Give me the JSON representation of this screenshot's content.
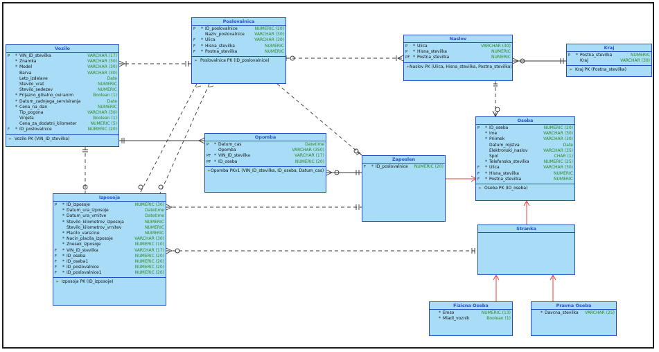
{
  "colors": {
    "entity_fill": "#a8dcf7",
    "entity_border": "#1f4ec9",
    "title_text": "#2450d6",
    "type_text": "#2a8a1e",
    "inheritance_line": "#f03a3a"
  },
  "entities": [
    {
      "id": "poslovalnica",
      "title": "Poslovalnica",
      "attrs": [
        {
          "k": "P",
          "s": "*",
          "n": "ID_poslovalnice",
          "t": "NUMERIC (20)"
        },
        {
          "k": "",
          "s": "",
          "n": "Naziv_poslovalnice",
          "t": "VARCHAR (30)"
        },
        {
          "k": "F",
          "s": "*",
          "n": "Ulica",
          "t": "VARCHAR (30)"
        },
        {
          "k": "F",
          "s": "*",
          "n": "Hisna_stevilka",
          "t": "NUMERIC"
        },
        {
          "k": "F",
          "s": "*",
          "n": "Postna_stevilka",
          "t": "NUMERIC"
        }
      ],
      "pk": "Poslovalnica PK (ID_poslovalnice)"
    },
    {
      "id": "vozilo",
      "title": "Vozilo",
      "attrs": [
        {
          "k": "P",
          "s": "*",
          "n": "VIN_ID_stevilka",
          "t": "VARCHAR (17)"
        },
        {
          "k": "",
          "s": "*",
          "n": "Znamka",
          "t": "VARCHAR (30)"
        },
        {
          "k": "",
          "s": "*",
          "n": "Model",
          "t": "VARCHAR (30)"
        },
        {
          "k": "",
          "s": "",
          "n": "Barva",
          "t": "VARCHAR (30)"
        },
        {
          "k": "",
          "s": "",
          "n": "Leto_izdelave",
          "t": "Date"
        },
        {
          "k": "",
          "s": "",
          "n": "Stevilo_vrat",
          "t": "NUMERIC"
        },
        {
          "k": "",
          "s": "",
          "n": "Stevilo_sedezev",
          "t": "NUMERIC"
        },
        {
          "k": "",
          "s": "*",
          "n": "Prijazno_gibalno_oviranim",
          "t": "Boolean (1)"
        },
        {
          "k": "",
          "s": "*",
          "n": "Datum_zadnjega_servisiranja",
          "t": "Date"
        },
        {
          "k": "",
          "s": "*",
          "n": "Cena_na_dan",
          "t": "NUMERIC"
        },
        {
          "k": "",
          "s": "",
          "n": "Tip_pogona",
          "t": "VARCHAR (30)"
        },
        {
          "k": "",
          "s": "",
          "n": "Vinjeta",
          "t": "Boolean (1)"
        },
        {
          "k": "",
          "s": "",
          "n": "Cena_za_dodatni_kilometer",
          "t": "NUMERIC (5)"
        },
        {
          "k": "F",
          "s": "*",
          "n": "ID_poslovalnice",
          "t": "NUMERIC (20)"
        }
      ],
      "pk": "Vozilo PK (VIN_ID_stevilka)"
    },
    {
      "id": "naslov",
      "title": "Naslov",
      "attrs": [
        {
          "k": "P",
          "s": "*",
          "n": "Ulica",
          "t": "VARCHAR (30)"
        },
        {
          "k": "P",
          "s": "*",
          "n": "Hisna_stevilka",
          "t": "NUMERIC"
        },
        {
          "k": "PF",
          "s": "*",
          "n": "Postna_stevilka",
          "t": "NUMERIC"
        }
      ],
      "pk": "Naslov PK (Ulica, Hisna_stevilka, Postna_stevilka)"
    },
    {
      "id": "kraj",
      "title": "Kraj",
      "attrs": [
        {
          "k": "P",
          "s": "*",
          "n": "Postna_stevilka",
          "t": "NUMERIC"
        },
        {
          "k": "",
          "s": "",
          "n": "Kraj",
          "t": "VARCHAR (30)"
        }
      ],
      "pk": "Kraj PK (Postna_stevilka)"
    },
    {
      "id": "opomba",
      "title": "Opomba",
      "attrs": [
        {
          "k": "P",
          "s": "*",
          "n": "Datum_cas",
          "t": "Datetime"
        },
        {
          "k": "",
          "s": "",
          "n": "Opomba",
          "t": "VARCHAR (350)"
        },
        {
          "k": "PF",
          "s": "*",
          "n": "VIN_ID_stevilka",
          "t": "VARCHAR (17)"
        },
        {
          "k": "PF",
          "s": "*",
          "n": "ID_oseba",
          "t": "NUMERIC (20)"
        }
      ],
      "pk": "Opomba PKv1 (VIN_ID_stevilka, ID_oseba, Datum_cas)"
    },
    {
      "id": "zaposlen",
      "title": "Zaposlen",
      "attrs": [
        {
          "k": "F",
          "s": "*",
          "n": "ID_poslovalnice",
          "t": "NUMERIC (20)"
        }
      ],
      "pk": ""
    },
    {
      "id": "oseba",
      "title": "Oseba",
      "attrs": [
        {
          "k": "P",
          "s": "*",
          "n": "ID_oseba",
          "t": "NUMERIC (20)"
        },
        {
          "k": "",
          "s": "*",
          "n": "Ime",
          "t": "VARCHAR (30)"
        },
        {
          "k": "",
          "s": "*",
          "n": "Priimek",
          "t": "VARCHAR (30)"
        },
        {
          "k": "",
          "s": "",
          "n": "Datum_rojstva",
          "t": "Date"
        },
        {
          "k": "",
          "s": "",
          "n": "Elektronski_naslov",
          "t": "VARCHAR (35)"
        },
        {
          "k": "",
          "s": "",
          "n": "Spol",
          "t": "CHAR (1)"
        },
        {
          "k": "",
          "s": "*",
          "n": "Telefonska_stevilka",
          "t": "NUMERIC (25)"
        },
        {
          "k": "F",
          "s": "*",
          "n": "Ulica",
          "t": "VARCHAR (30)"
        },
        {
          "k": "F",
          "s": "*",
          "n": "Hisna_stevilka",
          "t": "NUMERIC"
        },
        {
          "k": "F",
          "s": "*",
          "n": "Postna_stevilka",
          "t": "NUMERIC"
        }
      ],
      "pk": "Oseba PK (ID_oseba)"
    },
    {
      "id": "izposoja",
      "title": "Izposoja",
      "attrs": [
        {
          "k": "P",
          "s": "*",
          "n": "ID_izposoje",
          "t": "NUMERIC (30)"
        },
        {
          "k": "",
          "s": "*",
          "n": "Datum_ura_izposoje",
          "t": "Datetime"
        },
        {
          "k": "",
          "s": "*",
          "n": "Datum_ura_vrnitve",
          "t": "Datetime"
        },
        {
          "k": "",
          "s": "*",
          "n": "Stevilo_kilometrov_izposoja",
          "t": "NUMERIC"
        },
        {
          "k": "",
          "s": "",
          "n": "Stevilo_kilometrov_vrnitev",
          "t": "NUMERIC"
        },
        {
          "k": "",
          "s": "*",
          "n": "Placilo_varscine",
          "t": "NUMERIC"
        },
        {
          "k": "",
          "s": "*",
          "n": "Nacin_placila_izposoje",
          "t": "VARCHAR (30)"
        },
        {
          "k": "",
          "s": "*",
          "n": "Znesek_izposoje",
          "t": "NUMERIC (10)"
        },
        {
          "k": "F",
          "s": "*",
          "n": "VIN_ID_stevilka",
          "t": "VARCHAR (17)"
        },
        {
          "k": "F",
          "s": "*",
          "n": "ID_oseba",
          "t": "NUMERIC (20)"
        },
        {
          "k": "F",
          "s": "*",
          "n": "ID_oseba1",
          "t": "NUMERIC (20)"
        },
        {
          "k": "F",
          "s": "*",
          "n": "ID_poslovalnice",
          "t": "NUMERIC (20)"
        },
        {
          "k": "F",
          "s": "*",
          "n": "ID_poslovalnice1",
          "t": "NUMERIC (20)"
        }
      ],
      "pk": "Izposoja PK (ID_izposoje)"
    },
    {
      "id": "stranka",
      "title": "Stranka",
      "attrs": [],
      "pk": ""
    },
    {
      "id": "fizicna_oseba",
      "title": "Fizicna Oseba",
      "attrs": [
        {
          "k": "",
          "s": "*",
          "n": "Emso",
          "t": "NUMERIC (13)"
        },
        {
          "k": "",
          "s": "*",
          "n": "Mladi_voznik",
          "t": "Boolean (1)"
        }
      ],
      "pk": ""
    },
    {
      "id": "pravna_oseba",
      "title": "Pravna Oseba",
      "attrs": [
        {
          "k": "",
          "s": "*",
          "n": "Davcna_stevilka",
          "t": "VARCHAR (25)"
        }
      ],
      "pk": ""
    }
  ]
}
